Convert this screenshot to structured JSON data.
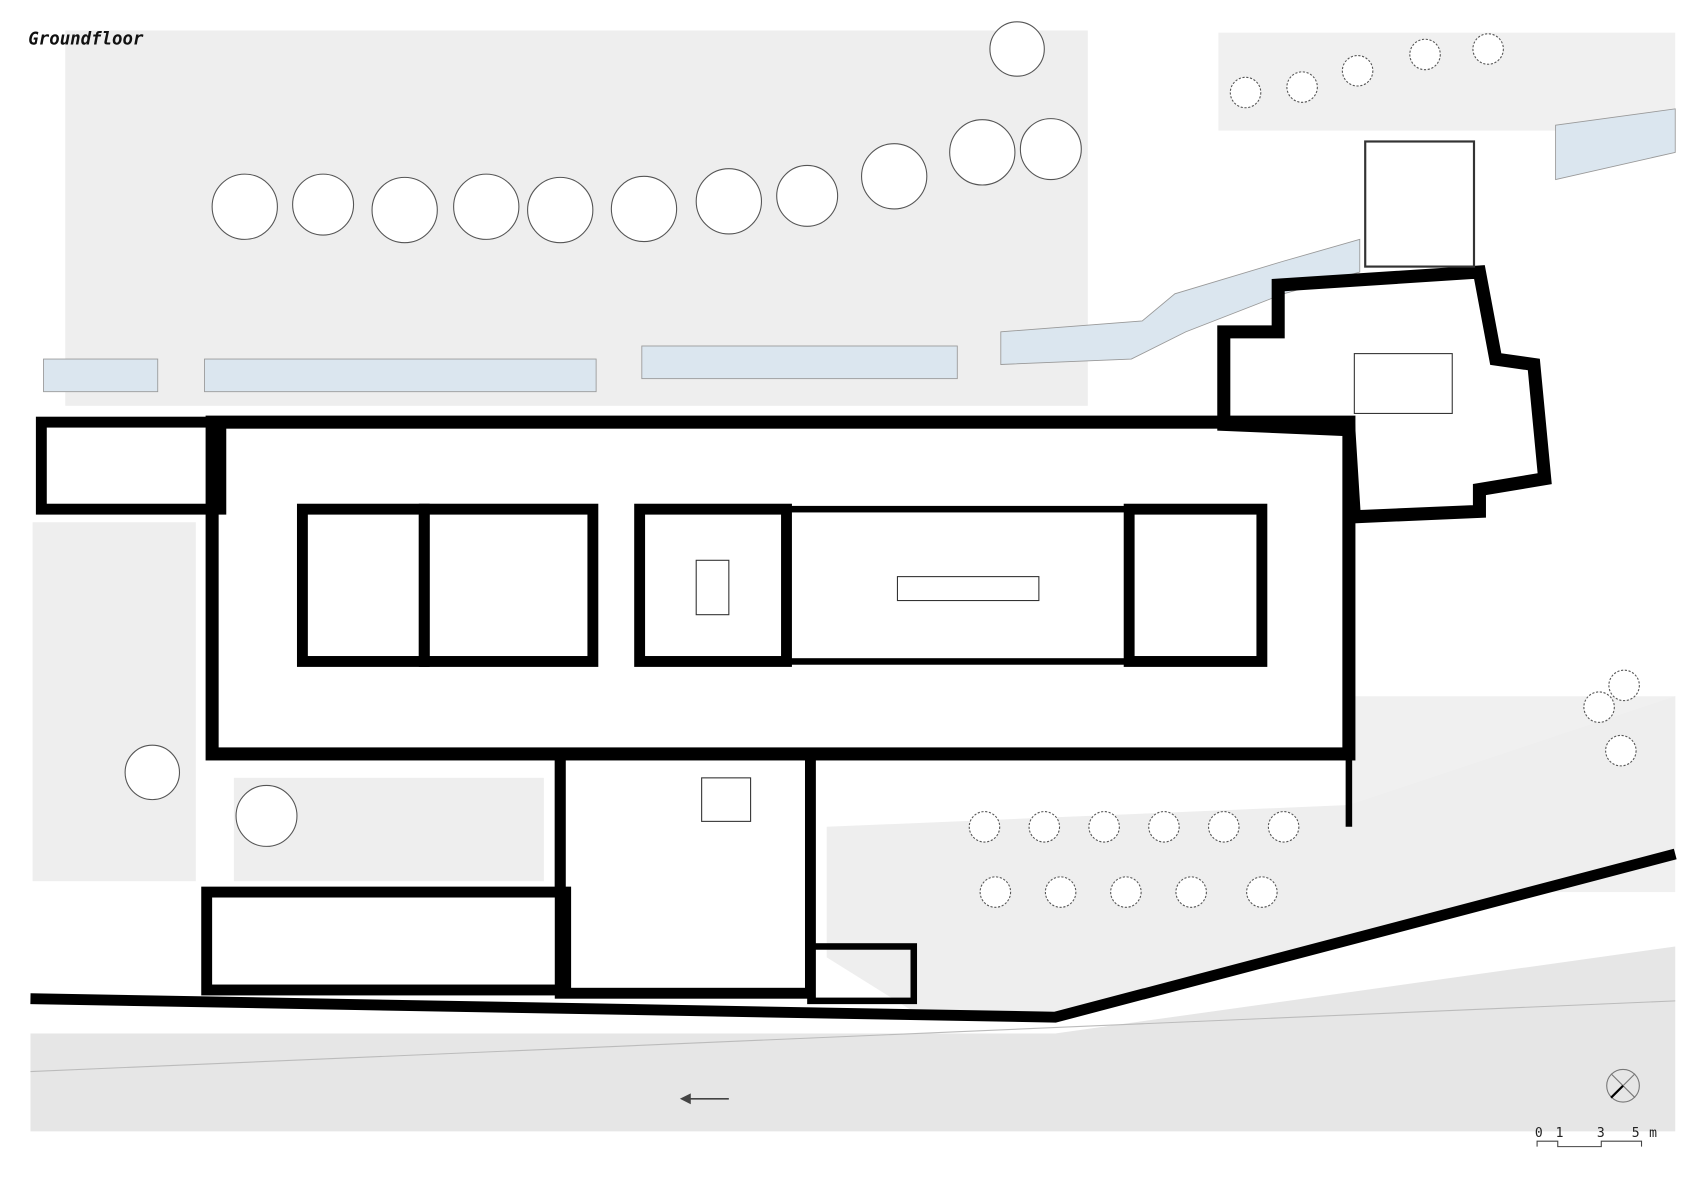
{
  "drawing": {
    "title": "Groundfloor",
    "scale_bar": {
      "labels": [
        "0",
        "1",
        "3",
        "5"
      ],
      "unit": "m"
    },
    "north_arrow": "north-arrow-icon",
    "colors": {
      "wall": "#000000",
      "ground": "#ebebeb",
      "water": "#dbe6ef",
      "road": "#e4e4e4",
      "tree_outline": "#555555"
    }
  }
}
